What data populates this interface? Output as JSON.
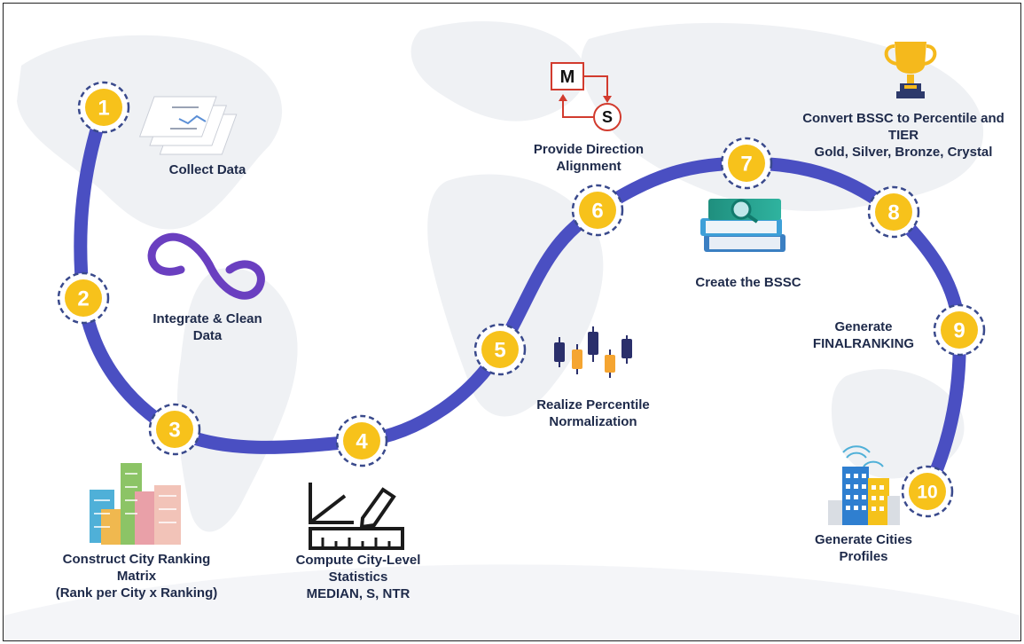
{
  "steps": [
    {
      "number": "1",
      "lines": [
        "Collect Data"
      ]
    },
    {
      "number": "2",
      "lines": [
        "Integrate & Clean",
        "Data"
      ]
    },
    {
      "number": "3",
      "lines": [
        "Construct City Ranking",
        "Matrix",
        "(Rank per City x Ranking)"
      ]
    },
    {
      "number": "4",
      "lines": [
        "Compute City-Level",
        "Statistics",
        "MEDIAN, S, NTR"
      ]
    },
    {
      "number": "5",
      "lines": [
        "Realize Percentile",
        "Normalization"
      ]
    },
    {
      "number": "6",
      "lines": [
        "Provide Direction",
        "Alignment"
      ]
    },
    {
      "number": "7",
      "lines": [
        "Create the BSSC"
      ]
    },
    {
      "number": "8",
      "lines": [
        "Convert BSSC to Percentile and",
        "TIER",
        "Gold, Silver, Bronze, Crystal"
      ]
    },
    {
      "number": "9",
      "lines": [
        "Generate",
        "FINALRANKING"
      ]
    },
    {
      "number": "10",
      "lines": [
        "Generate Cities",
        "Profiles"
      ]
    }
  ],
  "icons": {
    "direction_m": "M",
    "direction_s": "S"
  },
  "colors": {
    "path": "#4a4fc2",
    "node": "#f7c21b",
    "node_ring": "#3a4a8c",
    "label": "#1e2a4a"
  }
}
